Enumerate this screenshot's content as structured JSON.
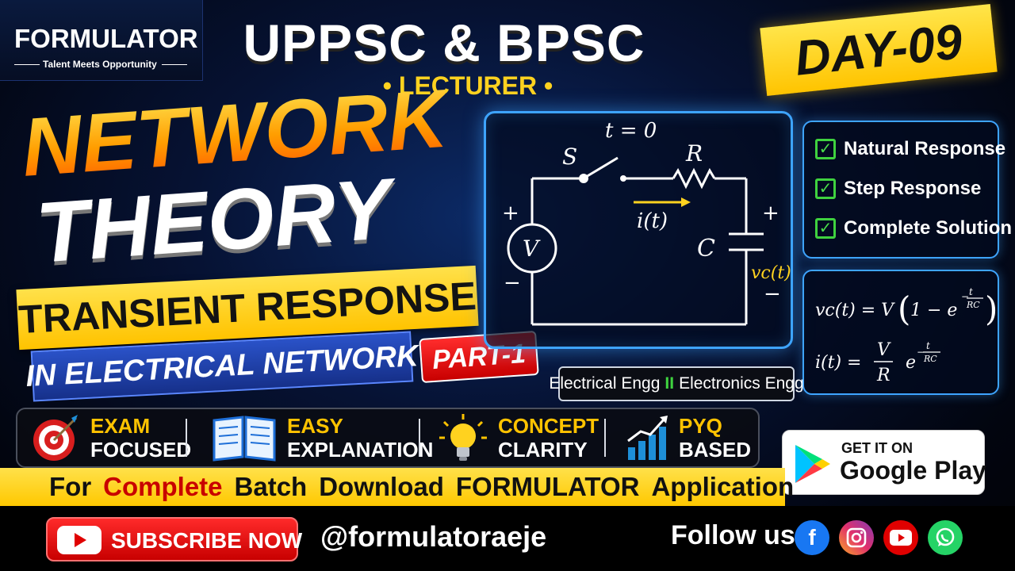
{
  "brand": {
    "name": "FORMULATOR",
    "tagline": "Talent Meets Opportunity"
  },
  "header": {
    "headline": "UPPSC & BPSC",
    "subline": "• LECTURER •",
    "day_badge": "DAY-09"
  },
  "title": {
    "line1": "NETWORK",
    "line2": "THEORY",
    "band1": "TRANSIENT RESPONSE",
    "band2": "IN ELECTRICAL NETWORK",
    "part": "PART-1"
  },
  "circuit": {
    "switch_time": "t = 0",
    "switch_label": "S",
    "resistor_label": "R",
    "current_label": "i(t)",
    "capacitor_label": "C",
    "source_label": "V",
    "voltage_label": "vc(t)",
    "plus": "+",
    "minus": "−"
  },
  "topics": [
    {
      "label": "Natural Response"
    },
    {
      "label": "Step Response"
    },
    {
      "label": "Complete Solution"
    }
  ],
  "formulas": {
    "vc_lhs": "vc(t) = V",
    "vc_open": "(",
    "vc_body": "1 − e",
    "vc_close": ")",
    "exp_num": "t",
    "exp_den": "RC",
    "i_lhs": "i(t) =",
    "i_num": "V",
    "i_den": "R",
    "i_e": "e",
    "minus_sign": "−"
  },
  "branches": {
    "left": "Electrical Engg",
    "separator": "II",
    "right": "Electronics Engg"
  },
  "features": [
    {
      "line1": "EXAM",
      "line2": "FOCUSED",
      "icon": "target-icon"
    },
    {
      "line1": "EASY",
      "line2": "EXPLANATION",
      "icon": "book-icon"
    },
    {
      "line1": "CONCEPT",
      "line2": "CLARITY",
      "icon": "bulb-icon"
    },
    {
      "line1": "PYQ",
      "line2": "BASED",
      "icon": "chart-up-icon"
    }
  ],
  "google_play": {
    "line1": "GET IT ON",
    "line2": "Google Play"
  },
  "strip": {
    "w1": "For",
    "w2": "Complete",
    "w3": "Batch",
    "w4": "Download",
    "w5": "FORMULATOR",
    "w6": "Application"
  },
  "bottom": {
    "subscribe": "SUBSCRIBE NOW",
    "handle": "@formulatoraeje",
    "follow": "Follow us"
  },
  "colors": {
    "accent_yellow": "#ffc300",
    "accent_blue": "#3ea4ff",
    "accent_red": "#c80000",
    "check_green": "#3fd23f"
  }
}
